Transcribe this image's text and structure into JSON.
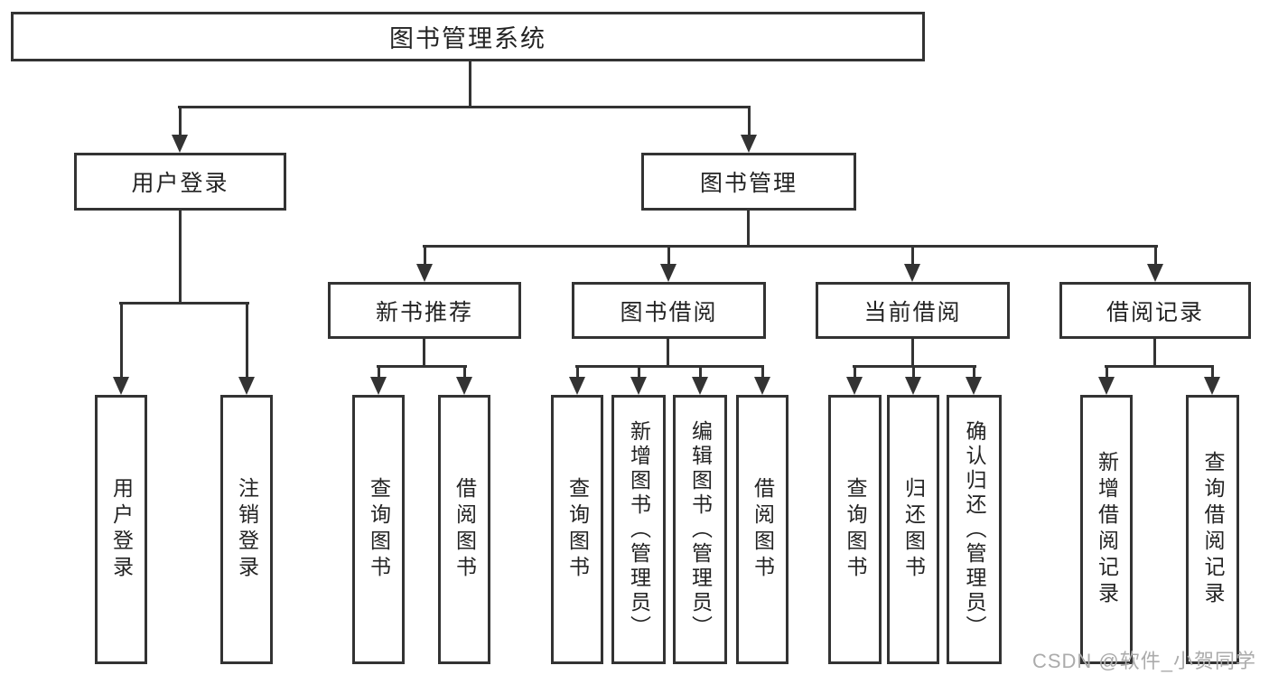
{
  "diagram_title": "图书管理系统",
  "tree": {
    "label": "图书管理系统",
    "children": [
      {
        "label": "用户登录",
        "children": [
          {
            "label": "用户登录"
          },
          {
            "label": "注销登录"
          }
        ]
      },
      {
        "label": "图书管理",
        "children": [
          {
            "label": "新书推荐",
            "children": [
              {
                "label": "查询图书"
              },
              {
                "label": "借阅图书"
              }
            ]
          },
          {
            "label": "图书借阅",
            "children": [
              {
                "label": "查询图书"
              },
              {
                "label": "新增图书（管理员）"
              },
              {
                "label": "编辑图书（管理员）"
              },
              {
                "label": "借阅图书"
              }
            ]
          },
          {
            "label": "当前借阅",
            "children": [
              {
                "label": "查询图书"
              },
              {
                "label": "归还图书"
              },
              {
                "label": "确认归还（管理员）"
              }
            ]
          },
          {
            "label": "借阅记录",
            "children": [
              {
                "label": "新增借阅记录"
              },
              {
                "label": "查询借阅记录"
              }
            ]
          }
        ]
      }
    ]
  },
  "watermark": "CSDN @软件_小贺同学",
  "colors": {
    "line": "#333333",
    "text": "#232323",
    "background": "#ffffff",
    "watermark": "#ababab"
  }
}
